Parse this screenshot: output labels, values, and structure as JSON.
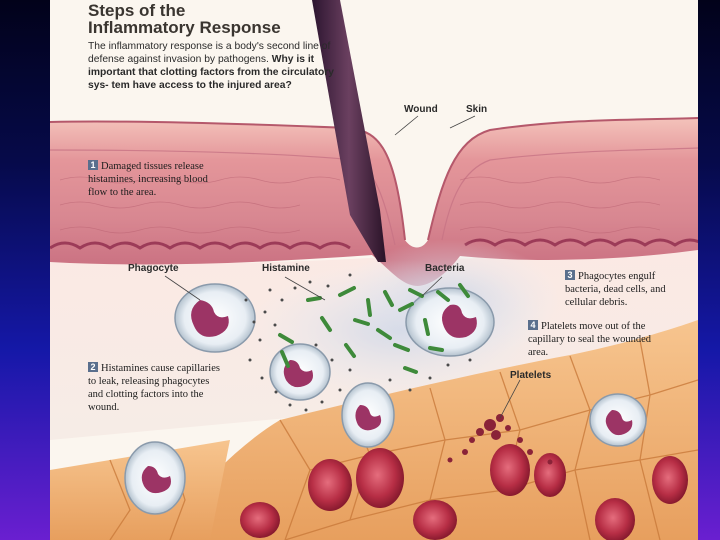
{
  "title_line1": "Steps of the",
  "title_line2": "Inflammatory Response",
  "intro": {
    "part1": "The inflammatory response is a body's second line of defense against invasion by pathogens.",
    "question_a": "Why is it important that clotting factors from the circulatory sys-",
    "question_b": "tem have access to the injured area?"
  },
  "labels": {
    "wound": "Wound",
    "skin": "Skin",
    "phagocyte": "Phagocyte",
    "histamine": "Histamine",
    "bacteria": "Bacteria",
    "platelets": "Platelets"
  },
  "steps": [
    {
      "num": "1",
      "text": "Damaged tissues release histamines, increasing blood flow to the area."
    },
    {
      "num": "2",
      "text": "Histamines cause capillaries to leak, releasing phagocytes and clotting factors into the wound."
    },
    {
      "num": "3",
      "text": "Phagocytes engulf bacteria, dead cells, and cellular debris."
    },
    {
      "num": "4",
      "text": "Platelets move out of the capillary to seal the wounded area."
    }
  ],
  "colors": {
    "skin_outer": "#e9a7a1",
    "skin_inner": "#c9707c",
    "capillary": "#f2b57c",
    "bacteria": "#3e8a3a",
    "blood_cell": "#b02a3c"
  }
}
